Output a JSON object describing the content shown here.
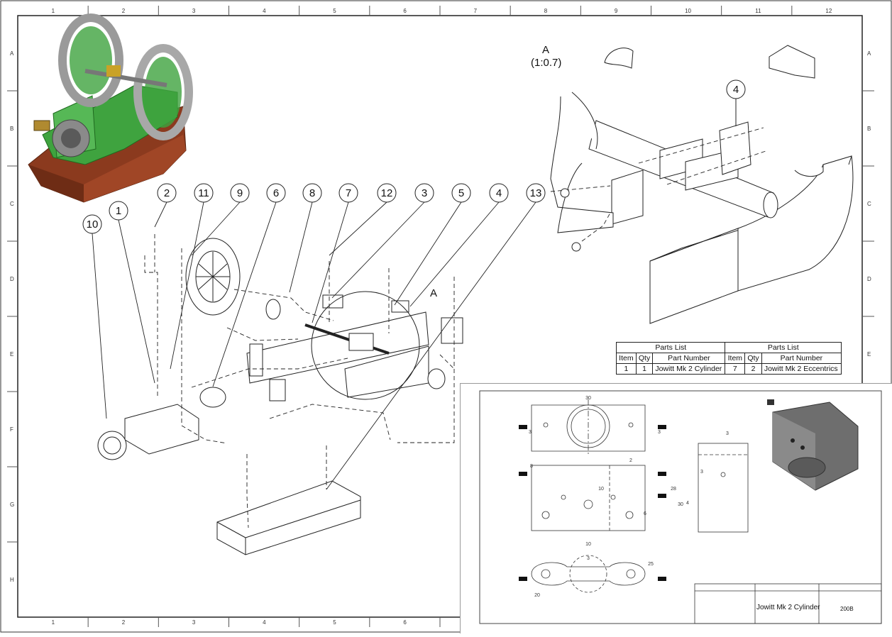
{
  "sheet": {
    "zones_top": [
      "1",
      "2",
      "3",
      "4",
      "5",
      "6",
      "7",
      "8",
      "9",
      "10",
      "11",
      "12"
    ],
    "zones_side": [
      "A",
      "B",
      "C",
      "D",
      "E",
      "F",
      "G",
      "H"
    ]
  },
  "balloons": [
    "10",
    "1",
    "2",
    "11",
    "9",
    "6",
    "8",
    "7",
    "12",
    "3",
    "5",
    "4",
    "13"
  ],
  "detail_callout": "A",
  "detail_view": {
    "label": "A",
    "scale": "(1:0.7)",
    "balloon": "4"
  },
  "parts_list": {
    "title": "Parts List",
    "headers": [
      "Item",
      "Qty",
      "Part Number"
    ],
    "rows_left": [
      {
        "item": "1",
        "qty": "1",
        "part": "Jowitt Mk 2 Cylinder"
      }
    ],
    "rows_right": [
      {
        "item": "7",
        "qty": "2",
        "part": "Jowitt Mk 2 Eccentrics"
      }
    ]
  },
  "inset": {
    "title": "Jowitt Mk 2 Cylinder",
    "number": "200B",
    "dims": [
      "30",
      "3",
      "3",
      "2",
      "8",
      "10",
      "28",
      "30",
      "6",
      "3",
      "3",
      "4",
      "10",
      "3",
      "20",
      "25"
    ]
  },
  "colors": {
    "line": "#222222",
    "green": "#3fa33f",
    "base": "#8b3a1e",
    "flywheel": "#b9b9b9"
  }
}
